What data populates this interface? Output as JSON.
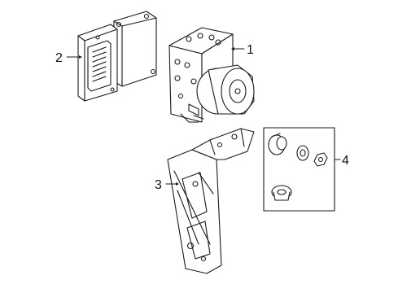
{
  "callouts": [
    {
      "id": "1",
      "label": "1",
      "part": "hydraulic-modulator"
    },
    {
      "id": "2",
      "label": "2",
      "part": "control-module"
    },
    {
      "id": "3",
      "label": "3",
      "part": "mounting-bracket"
    },
    {
      "id": "4",
      "label": "4",
      "part": "insulator-kit"
    }
  ],
  "colors": {
    "line": "#1a1a1a",
    "background": "#ffffff"
  }
}
